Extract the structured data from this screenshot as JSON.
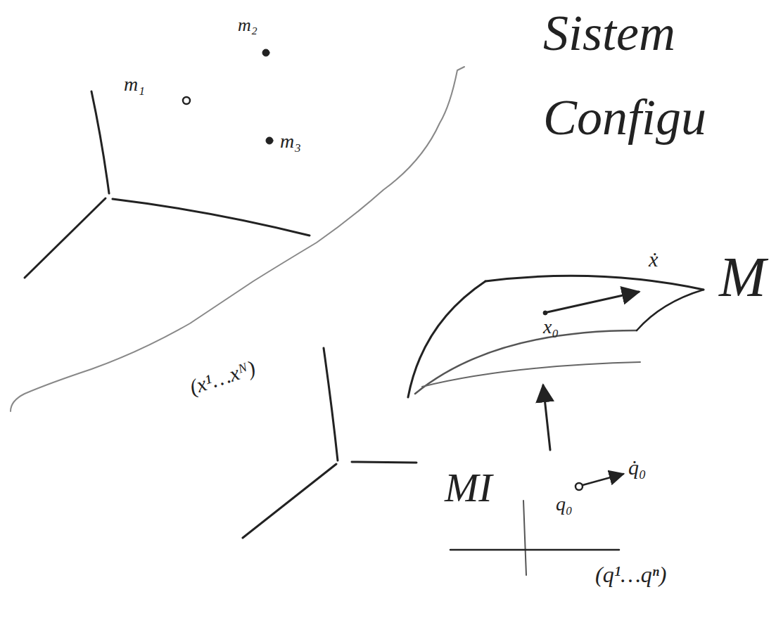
{
  "diagram": {
    "labels": [
      "m₂",
      "m₁",
      "m₃",
      "Sistem",
      "Configu",
      "(x¹…xᴺ)",
      "ẋ",
      "x₀",
      "M",
      "q̇₀",
      "q₀",
      "MI",
      "(q¹…qⁿ)"
    ]
  }
}
